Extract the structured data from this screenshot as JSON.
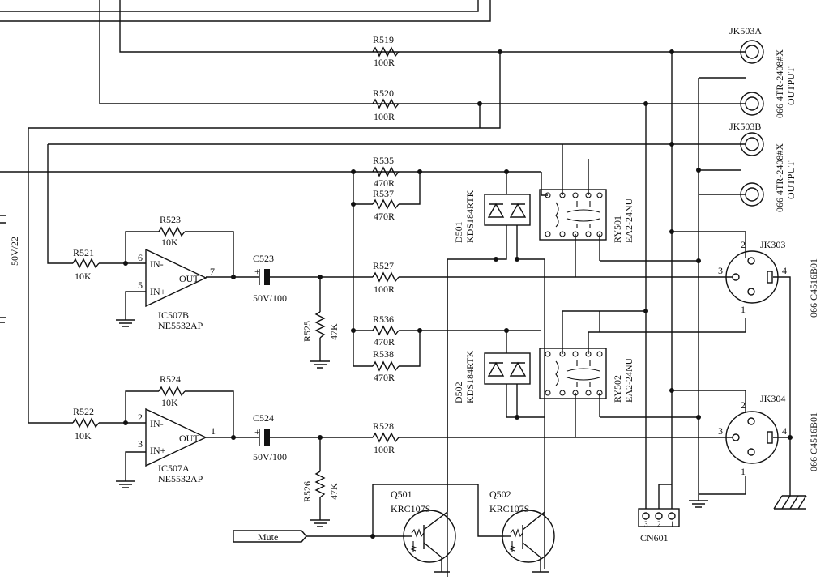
{
  "resistors": {
    "r519": {
      "ref": "R519",
      "val": "100R"
    },
    "r520": {
      "ref": "R520",
      "val": "100R"
    },
    "r535": {
      "ref": "R535",
      "val": "470R"
    },
    "r537": {
      "ref": "R537",
      "val": "470R"
    },
    "r523": {
      "ref": "R523",
      "val": "10K"
    },
    "r521": {
      "ref": "R521",
      "val": "10K"
    },
    "r527": {
      "ref": "R527",
      "val": "100R"
    },
    "r525": {
      "ref": "R525",
      "val": "47K"
    },
    "r536": {
      "ref": "R536",
      "val": "470R"
    },
    "r538": {
      "ref": "R538",
      "val": "470R"
    },
    "r524": {
      "ref": "R524",
      "val": "10K"
    },
    "r522": {
      "ref": "R522",
      "val": "10K"
    },
    "r528": {
      "ref": "R528",
      "val": "100R"
    },
    "r526": {
      "ref": "R526",
      "val": "47K"
    }
  },
  "capacitors": {
    "c523": {
      "ref": "C523",
      "val": "50V/100"
    },
    "c524": {
      "ref": "C524",
      "val": "50V/100"
    },
    "left_cap": {
      "val": "50V/22"
    }
  },
  "opamps": {
    "ic507b": {
      "ref": "IC507B",
      "part": "NE5532AP",
      "in_minus": "IN-",
      "in_plus": "IN+",
      "out": "OUT",
      "pin_minus": "6",
      "pin_plus": "5",
      "pin_out": "7"
    },
    "ic507a": {
      "ref": "IC507A",
      "part": "NE5532AP",
      "in_minus": "IN-",
      "in_plus": "IN+",
      "out": "OUT",
      "pin_minus": "2",
      "pin_plus": "3",
      "pin_out": "1"
    }
  },
  "diodes": {
    "d501": {
      "ref": "D501",
      "part": "KDS184RTK"
    },
    "d502": {
      "ref": "D502",
      "part": "KDS184RTK"
    }
  },
  "relays": {
    "ry501": {
      "ref": "RY501",
      "part": "EA2-24NU"
    },
    "ry502": {
      "ref": "RY502",
      "part": "EA2-24NU"
    }
  },
  "transistors": {
    "q501": {
      "ref": "Q501",
      "part": "KRC107S"
    },
    "q502": {
      "ref": "Q502",
      "part": "KRC107S"
    }
  },
  "jacks": {
    "jk503a": {
      "ref": "JK503A",
      "part": "066 4TR-2408#X",
      "type": "OUTPUT"
    },
    "jk503b": {
      "ref": "JK503B",
      "part": "066 4TR-2408#X",
      "type": "OUTPUT"
    }
  },
  "xlr": {
    "jk303": {
      "ref": "JK303",
      "part": "066 C4516B01",
      "p1": "1",
      "p2": "2",
      "p3": "3",
      "p4": "4"
    },
    "jk304": {
      "ref": "JK304",
      "part": "066 C4516B01",
      "p1": "1",
      "p2": "2",
      "p3": "3",
      "p4": "4"
    }
  },
  "connector": {
    "ref": "CN601",
    "p1": "1",
    "p2": "2",
    "p3": "3"
  },
  "mute": {
    "label": "Mute"
  }
}
